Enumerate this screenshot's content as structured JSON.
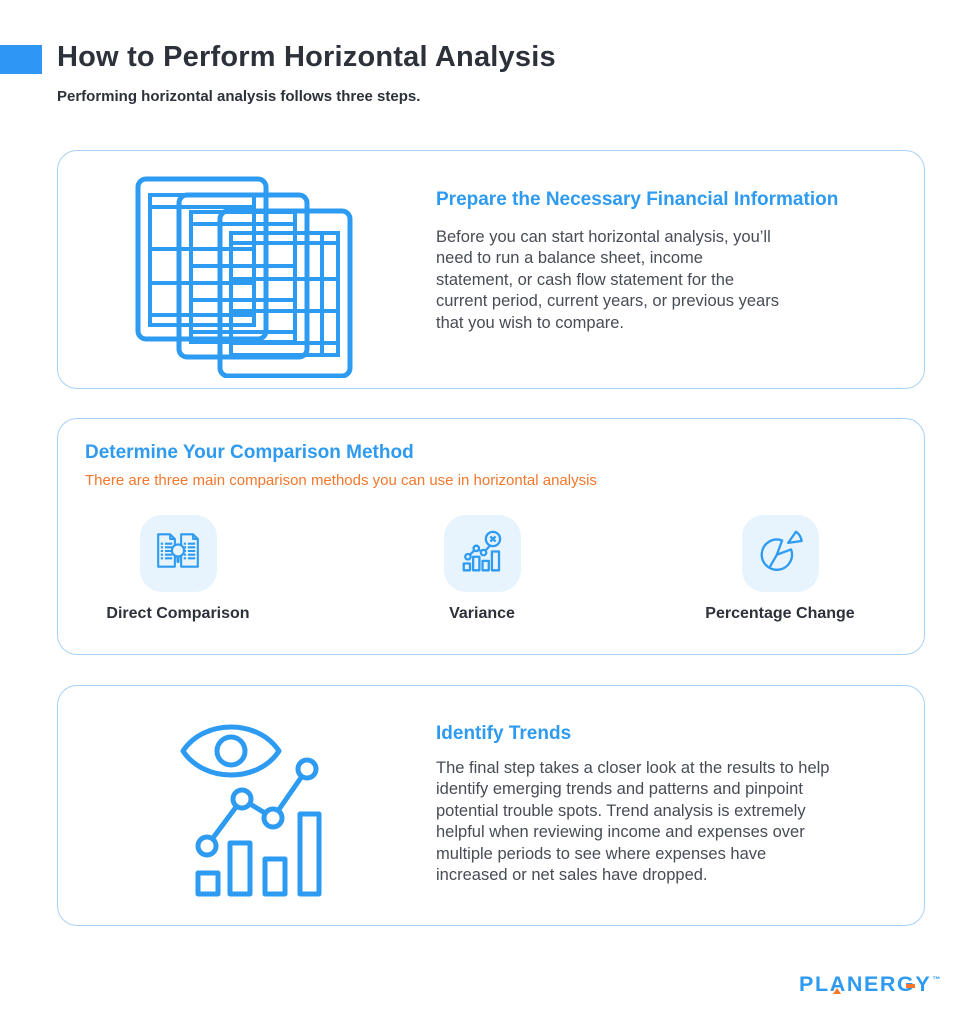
{
  "header": {
    "title": "How to Perform Horizontal Analysis",
    "subtitle": "Performing horizontal analysis follows three steps."
  },
  "steps": [
    {
      "title": "Prepare the Necessary Financial Information",
      "body": "Before you can start horizontal analysis, you’ll\nneed to run a balance sheet, income\nstatement, or cash flow statement for the\ncurrent period, current years, or previous years\nthat you wish to compare.",
      "icon": "stacked-financial-documents-icon"
    },
    {
      "title": "Determine Your Comparison Method",
      "subtitle": "There are three main comparison methods you can use in horizontal analysis",
      "methods": [
        {
          "label": "Direct Comparison",
          "icon": "document-comparison-icon"
        },
        {
          "label": "Variance",
          "icon": "variance-bar-chart-icon"
        },
        {
          "label": "Percentage Change",
          "icon": "pie-chart-icon"
        }
      ]
    },
    {
      "title": "Identify Trends",
      "body": "The final step takes a closer look at the results to help\nidentify emerging trends and patterns and pinpoint\npotential trouble spots. Trend analysis is extremely\nhelpful when reviewing income and expenses over\nmultiple periods to see where expenses have\nincreased or net sales have dropped.",
      "icon": "eye-trend-analysis-icon"
    }
  ],
  "footer": {
    "logo_prefix": "PL",
    "logo_letter_a": "A",
    "logo_mid": "NER",
    "logo_letter_g": "G",
    "logo_suffix": "Y",
    "trademark": "™"
  },
  "colors": {
    "accent_blue": "#2E9AF0",
    "icon_blue": "#2E9BF2",
    "orange": "#F4772C",
    "card_border": "#A8D2F6",
    "tile_background": "#E7F3FD",
    "heading_dark": "#2D313A",
    "body_text": "#474C55"
  }
}
